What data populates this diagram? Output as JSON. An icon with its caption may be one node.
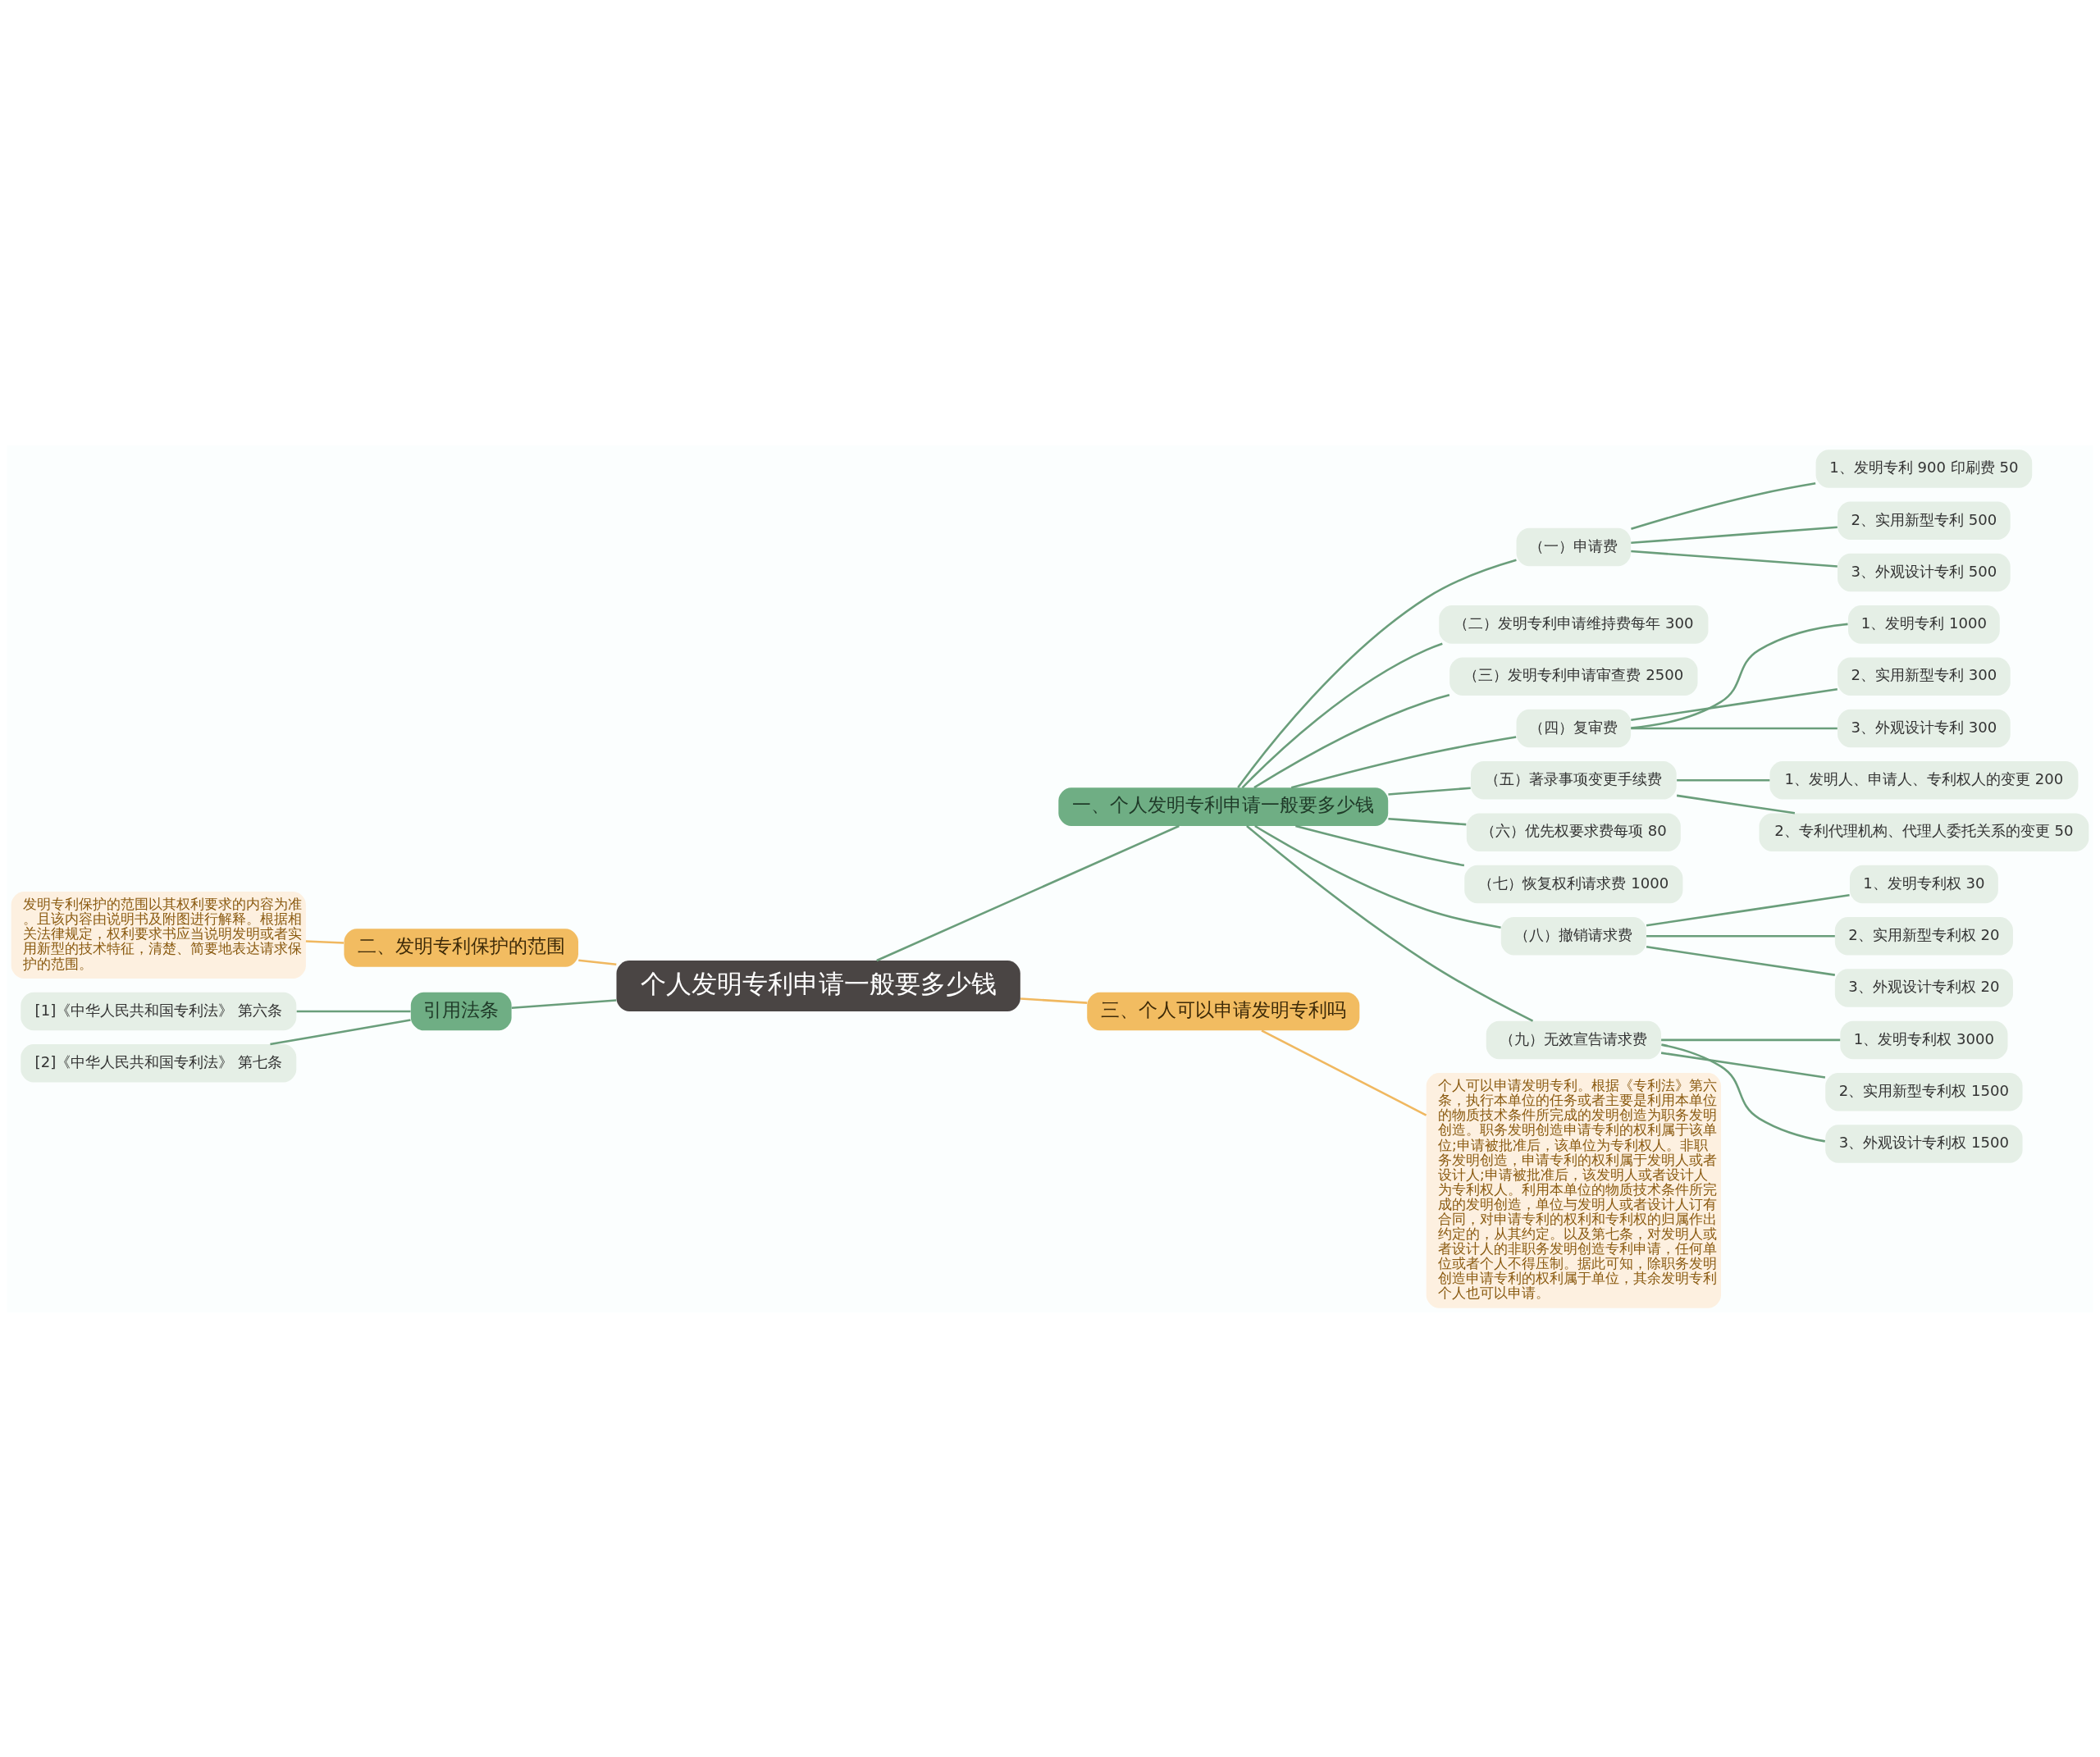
{
  "diagram": {
    "nodes": [
      {
        "text": [
          "个人发明专利申请一般要多少钱"
        ]
      },
      {
        "text": [
          "一、个人发明专利申请一般要多少钱"
        ]
      },
      {
        "text": [
          "（一）申请费"
        ]
      },
      {
        "text": [
          "1、发明专利 900 印刷费 50"
        ]
      },
      {
        "text": [
          "2、实用新型专利 500"
        ]
      },
      {
        "text": [
          "3、外观设计专利 500"
        ]
      },
      {
        "text": [
          "（二）发明专利申请维持费每年 300"
        ]
      },
      {
        "text": [
          "（三）发明专利申请审查费 2500"
        ]
      },
      {
        "text": [
          "（四）复审费"
        ]
      },
      {
        "text": [
          "1、发明专利 1000"
        ]
      },
      {
        "text": [
          "2、实用新型专利 300"
        ]
      },
      {
        "text": [
          "3、外观设计专利 300"
        ]
      },
      {
        "text": [
          "（五）著录事项变更手续费"
        ]
      },
      {
        "text": [
          "1、发明人、申请人、专利权人的变更 200"
        ]
      },
      {
        "text": [
          "2、专利代理机构、代理人委托关系的变更 50"
        ]
      },
      {
        "text": [
          "（六）优先权要求费每项 80"
        ]
      },
      {
        "text": [
          "（七）恢复权利请求费 1000"
        ]
      },
      {
        "text": [
          "（八）撤销请求费"
        ]
      },
      {
        "text": [
          "1、发明专利权 30"
        ]
      },
      {
        "text": [
          "2、实用新型专利权 20"
        ]
      },
      {
        "text": [
          "3、外观设计专利权 20"
        ]
      },
      {
        "text": [
          "（九）无效宣告请求费"
        ]
      },
      {
        "text": [
          "1、发明专利权 3000"
        ]
      },
      {
        "text": [
          "2、实用新型专利权 1500"
        ]
      },
      {
        "text": [
          "3、外观设计专利权 1500"
        ]
      },
      {
        "text": [
          "三、个人可以申请发明专利吗"
        ]
      },
      {
        "text": [
          "个人可以申请发明专利。根据《专利法》第六条，执行本单位的任务或者主要是利用本单位的物质技术条件所完成的发明创造为职务发明创造。职务发明创造申请专利的权利属于该单位;申请被批准后，该单位为专利权人。非职务发明创造，申请专利的权利属于发明人或者设计人;申请被批准后，该发明人或者设计人为专利权人。利用本单位的物质技术条件所完成的发明创造，单位与发明人或者设计人订有合同，对申请专利的权利和专利权的归属作出约定的，从其约定。以及第七条，对发明人或者设计人的非职务发明创造专利申请，任何单位或者个人不得压制。据此可知，除职务发明创造申请专利的权利属于单位，其余发明专利个人也可以申请。"
        ]
      },
      {
        "text": [
          "二、发明专利保护的范围"
        ]
      },
      {
        "text": [
          "发明专利保护的范围以其权利要求的内容为准。且该内容由说明书及附图进行解释。根据相关法律规定，权利要求书应当说明发明或者实用新型的技术特征，清楚、简要地表达请求保护的范围。"
        ]
      },
      {
        "text": [
          "引用法条"
        ]
      },
      {
        "text": [
          "[1]《中华人民共和国专利法》 第六条"
        ]
      },
      {
        "text": [
          "[2]《中华人民共和国专利法》 第七条"
        ]
      }
    ],
    "edges": [
      {
        "from": 0,
        "to": 1,
        "arrow": "none"
      },
      {
        "from": 1,
        "to": 2,
        "arrow": "none"
      },
      {
        "from": 2,
        "to": 3,
        "arrow": "none"
      },
      {
        "from": 2,
        "to": 4,
        "arrow": "none"
      },
      {
        "from": 2,
        "to": 5,
        "arrow": "none"
      },
      {
        "from": 1,
        "to": 6,
        "arrow": "none"
      },
      {
        "from": 1,
        "to": 7,
        "arrow": "none"
      },
      {
        "from": 1,
        "to": 8,
        "arrow": "none"
      },
      {
        "from": 8,
        "to": 9,
        "arrow": "none"
      },
      {
        "from": 8,
        "to": 10,
        "arrow": "none"
      },
      {
        "from": 8,
        "to": 11,
        "arrow": "none"
      },
      {
        "from": 1,
        "to": 12,
        "arrow": "none"
      },
      {
        "from": 12,
        "to": 13,
        "arrow": "none"
      },
      {
        "from": 12,
        "to": 14,
        "arrow": "none"
      },
      {
        "from": 1,
        "to": 15,
        "arrow": "none"
      },
      {
        "from": 1,
        "to": 16,
        "arrow": "none"
      },
      {
        "from": 1,
        "to": 17,
        "arrow": "none"
      },
      {
        "from": 17,
        "to": 18,
        "arrow": "none"
      },
      {
        "from": 17,
        "to": 19,
        "arrow": "none"
      },
      {
        "from": 17,
        "to": 20,
        "arrow": "none"
      },
      {
        "from": 1,
        "to": 21,
        "arrow": "none"
      },
      {
        "from": 21,
        "to": 22,
        "arrow": "none"
      },
      {
        "from": 21,
        "to": 23,
        "arrow": "none"
      },
      {
        "from": 21,
        "to": 24,
        "arrow": "none"
      },
      {
        "from": 0,
        "to": 25,
        "arrow": "none",
        "color": "#f0b860"
      },
      {
        "from": 25,
        "to": 26,
        "arrow": "none",
        "color": "#f0b860"
      },
      {
        "from": 0,
        "to": 27,
        "arrow": "none",
        "color": "#f0b860"
      },
      {
        "from": 27,
        "to": 28,
        "arrow": "none",
        "color": "#f0b860"
      },
      {
        "from": 0,
        "to": 29,
        "arrow": "none"
      },
      {
        "from": 29,
        "to": 30,
        "arrow": "none"
      },
      {
        "from": 29,
        "to": 31,
        "arrow": "none"
      }
    ]
  }
}
